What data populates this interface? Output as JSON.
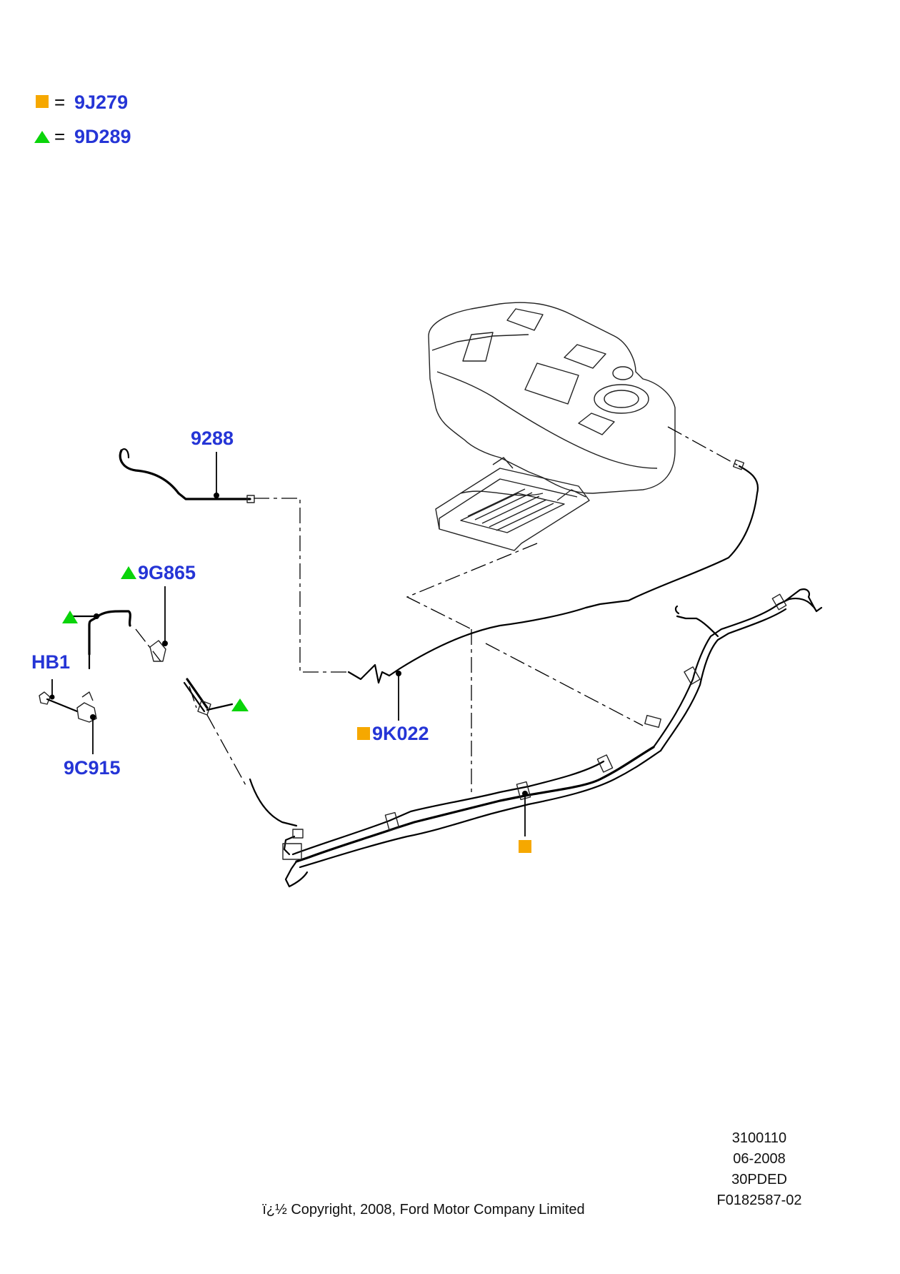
{
  "legend": [
    {
      "symbol": "square",
      "color": "#f6a800",
      "equals": "=",
      "part": "9J279"
    },
    {
      "symbol": "triangle",
      "color": "#0ad40a",
      "equals": "=",
      "part": "9D289"
    }
  ],
  "parts": {
    "p9288": "9288",
    "p9G865": "9G865",
    "pHB1": "HB1",
    "p9C915": "9C915",
    "p9K022": "9K022"
  },
  "colors": {
    "label_blue": "#2535d6",
    "square_orange": "#f6a800",
    "triangle_green": "#0ad40a"
  },
  "footer": {
    "ref_number": "3100110",
    "date": "06-2008",
    "model_code": "30PDED",
    "figure_id": "F0182587-02",
    "copyright": "ï¿½ Copyright, 2008, Ford Motor Company Limited"
  }
}
